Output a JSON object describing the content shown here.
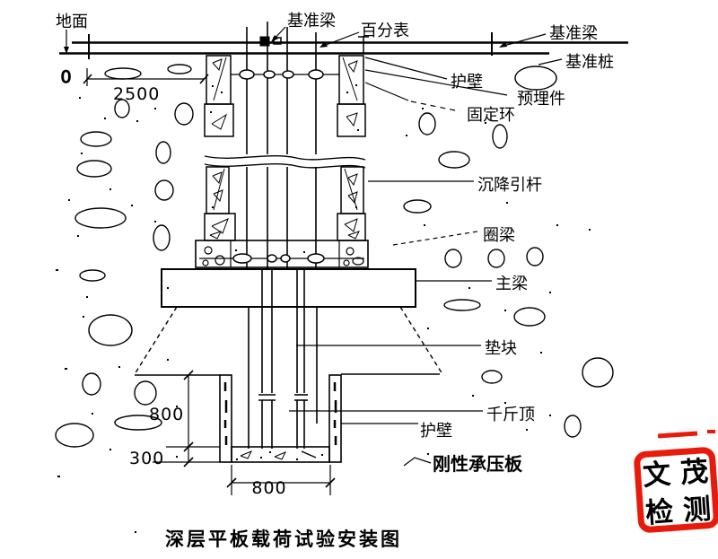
{
  "labels": {
    "ground": "地面",
    "datum_beam_top": "基准梁",
    "dial_gauge": "百分表",
    "datum_beam_right": "基准梁",
    "datum_pile": "基准桩",
    "wall_top": "护壁",
    "embedded_part": "预埋件",
    "fixing_ring": "固定环",
    "settlement_rod": "沉降引杆",
    "ring_beam": "圈梁",
    "main_beam": "主梁",
    "cushion_block": "垫块",
    "jack": "千斤顶",
    "wall_bottom": "护壁",
    "rigid_bearing_plate": "刚性承压板"
  },
  "dims": {
    "zero": "0",
    "top_width": "2500",
    "left_depth": "800",
    "left_plate": "300",
    "bottom_width": "800"
  },
  "caption": "深层平板载荷试验安装图",
  "stamp": {
    "color": "#e81a0c",
    "chars": [
      "文",
      "茂",
      "检",
      "测"
    ]
  }
}
